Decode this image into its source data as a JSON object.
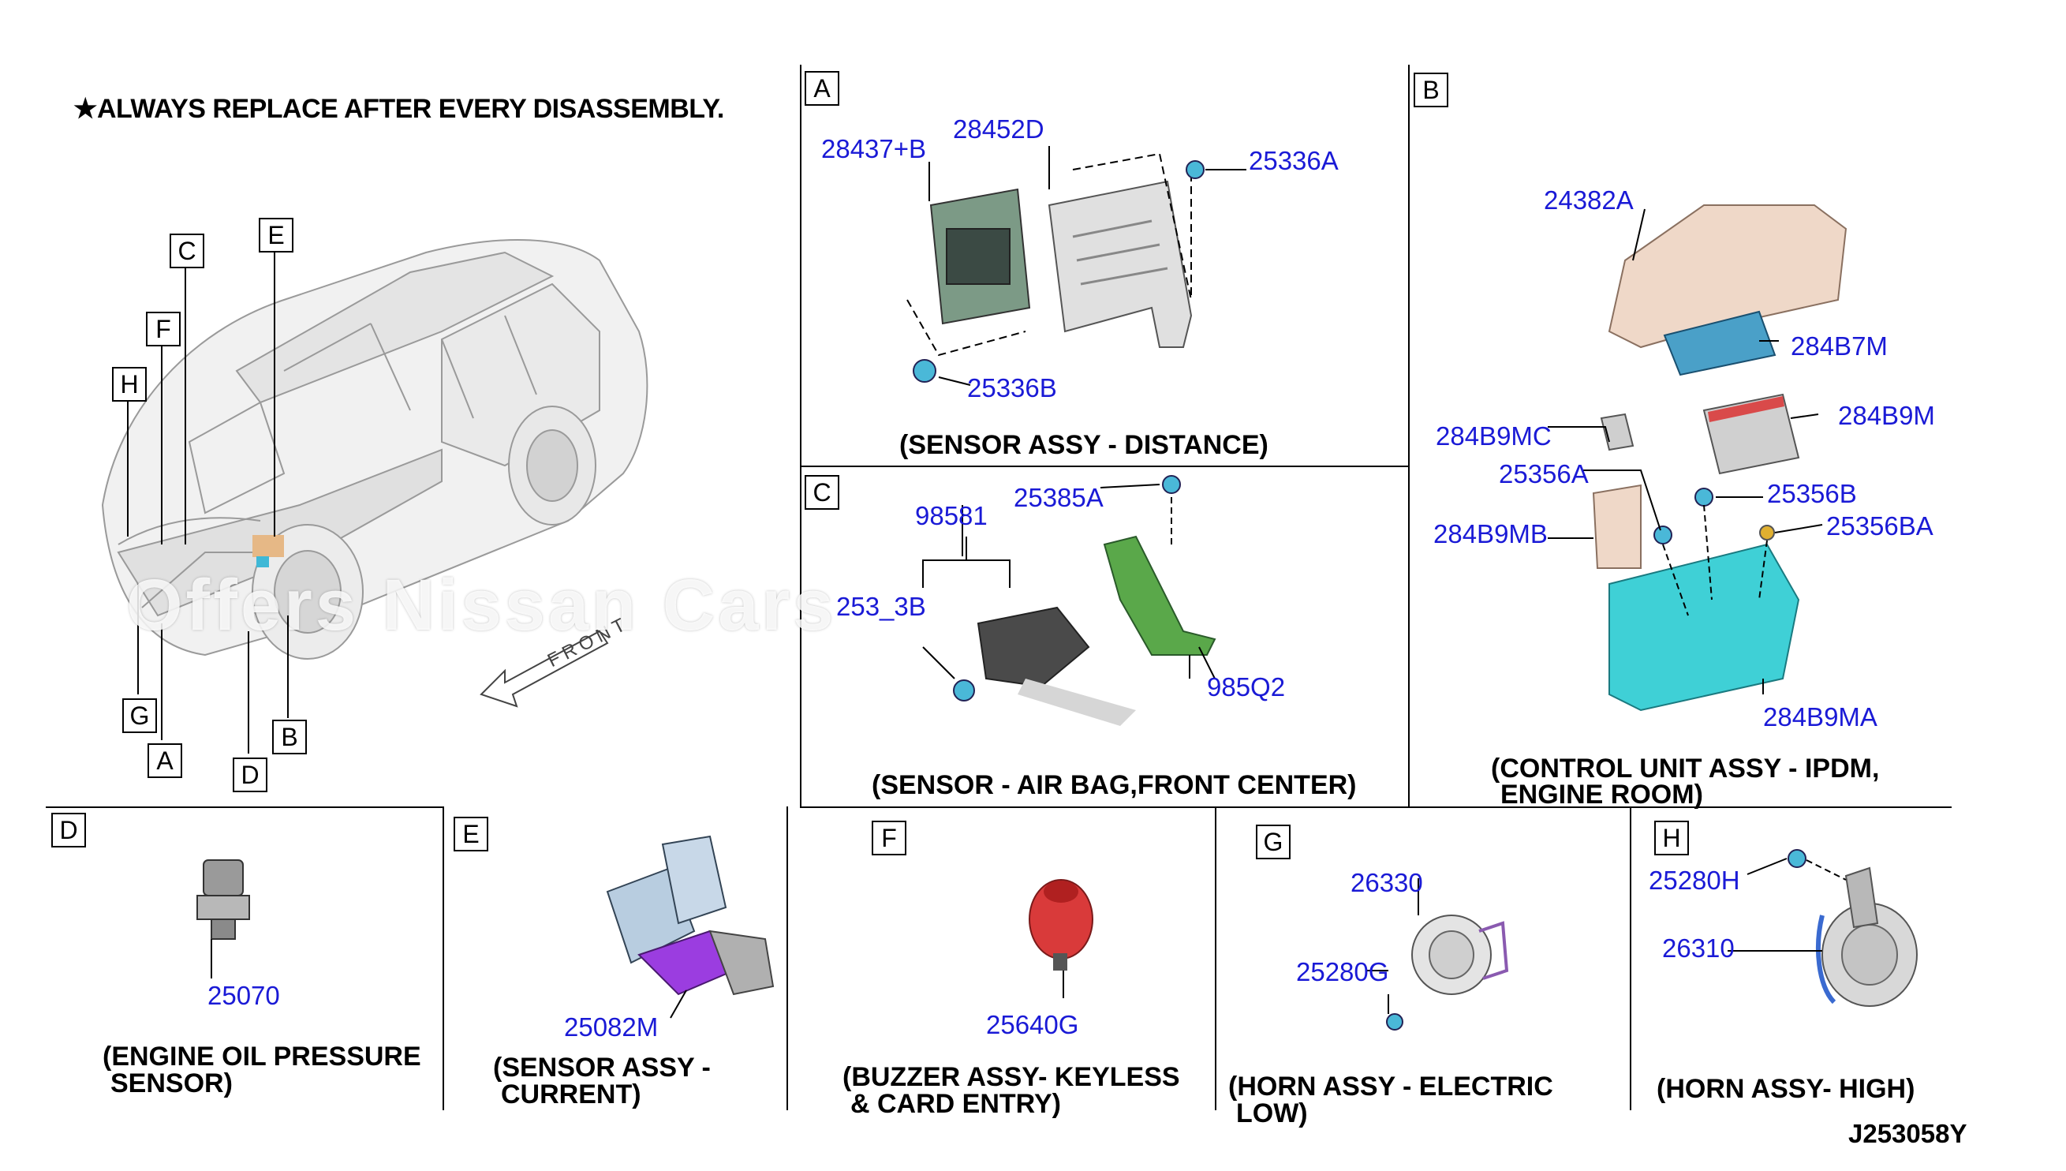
{
  "note": "ALWAYS REPLACE AFTER EVERY DISASSEMBLY.",
  "note_icon": "star-icon",
  "front_label": "FRONT",
  "overview_labels": [
    "C",
    "E",
    "F",
    "H",
    "G",
    "A",
    "D",
    "B"
  ],
  "watermark": "Offers Nissan Cars",
  "reference": "J253058Y",
  "panels": {
    "A": {
      "letter": "A",
      "caption": "(SENSOR ASSY - DISTANCE)",
      "parts": [
        "28437+B",
        "28452D",
        "25336A",
        "25336B"
      ]
    },
    "B": {
      "letter": "B",
      "caption_line1": "(CONTROL UNIT ASSY - IPDM,",
      "caption_line2": "ENGINE ROOM)",
      "parts": [
        "24382A",
        "284B7M",
        "284B9MC",
        "284B9M",
        "25356A",
        "25356B",
        "284B9MB",
        "25356BA",
        "284B9MA"
      ]
    },
    "C": {
      "letter": "C",
      "caption": "(SENSOR - AIR BAG,FRONT CENTER)",
      "parts": [
        "98581",
        "25385A",
        "253_3B",
        "985Q2"
      ]
    },
    "D": {
      "letter": "D",
      "caption_line1": "(ENGINE OIL PRESSURE",
      "caption_line2": "SENSOR)",
      "parts": [
        "25070"
      ]
    },
    "E": {
      "letter": "E",
      "caption_line1": "(SENSOR ASSY -",
      "caption_line2": "CURRENT)",
      "parts": [
        "25082M"
      ]
    },
    "F": {
      "letter": "F",
      "caption_line1": "(BUZZER ASSY- KEYLESS",
      "caption_line2": "& CARD ENTRY)",
      "parts": [
        "25640G"
      ]
    },
    "G": {
      "letter": "G",
      "caption_line1": "(HORN ASSY - ELECTRIC",
      "caption_line2": "LOW)",
      "parts": [
        "26330",
        "25280G"
      ]
    },
    "H": {
      "letter": "H",
      "caption": "(HORN ASSY- HIGH)",
      "parts": [
        "25280H",
        "26310"
      ]
    }
  },
  "colors": {
    "part_number": "#1a1ad6",
    "teal_part": "#3fd0d6",
    "beige_part": "#efd8c8",
    "buzzer_red": "#d93a3a",
    "bracket_green": "#5aa84a",
    "purple_part": "#9b3de0"
  }
}
